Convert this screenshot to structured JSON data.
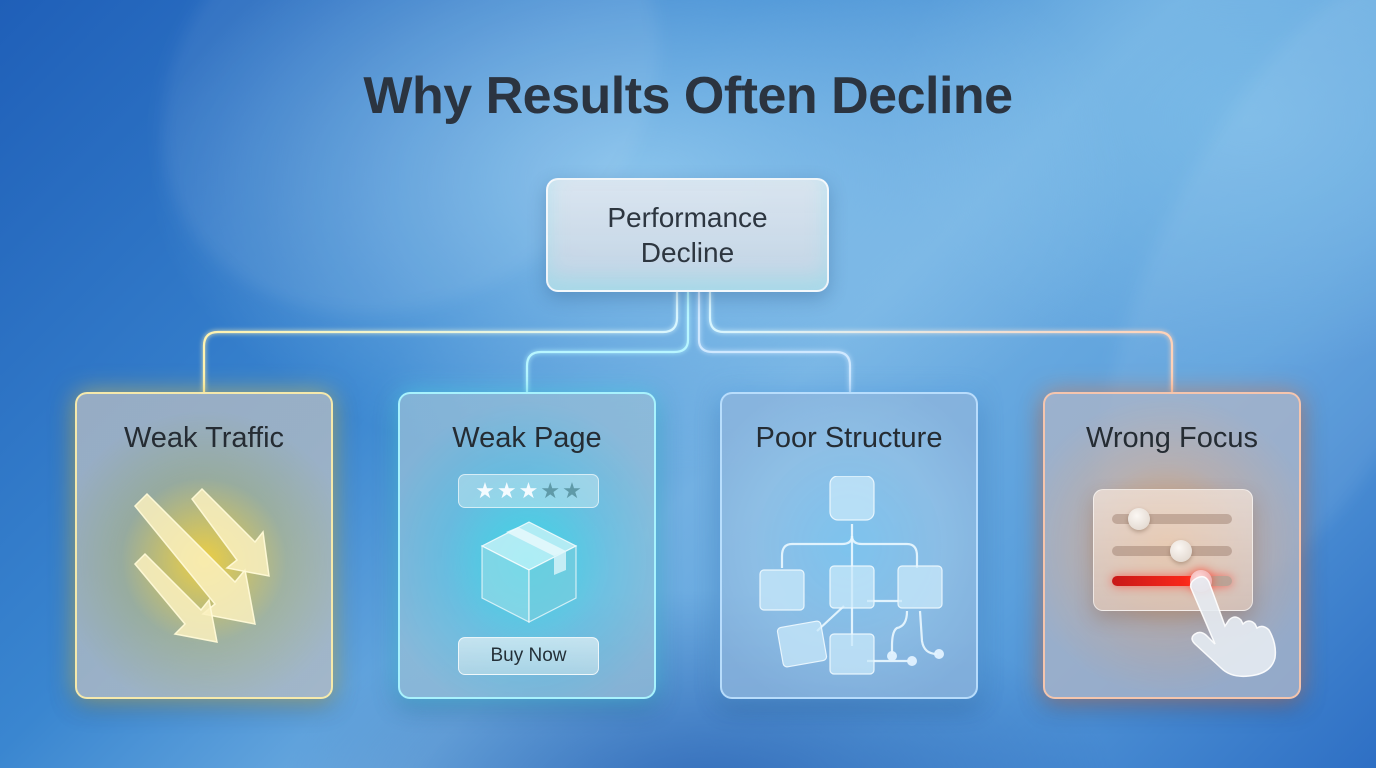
{
  "title": "Why Results Often Decline",
  "root": {
    "label_line1": "Performance",
    "label_line2": "Decline"
  },
  "colors": {
    "title_text": "#2b3440",
    "connector_yellow": "#fff3b0",
    "connector_cyan": "#b8f6ff",
    "connector_blue": "#cfe8ff",
    "connector_orange": "#ffd2b8",
    "accent_yellow": "#f5d23c",
    "accent_cyan": "#3cd7e6",
    "accent_blue": "#82c8f0",
    "accent_orange": "#eba05a",
    "alert_red": "#ff2a1a"
  },
  "causes": [
    {
      "label": "Weak Traffic",
      "theme": "yellow",
      "icon": "down-trend-arrows-icon"
    },
    {
      "label": "Weak Page",
      "theme": "cyan",
      "icon": "product-box-icon",
      "rating": {
        "filled": 3,
        "total": 5,
        "stars": [
          "★",
          "★",
          "★",
          "★",
          "★"
        ]
      },
      "button_label": "Buy Now"
    },
    {
      "label": "Poor Structure",
      "theme": "blue",
      "icon": "messy-hierarchy-icon"
    },
    {
      "label": "Wrong Focus",
      "theme": "orange",
      "icon": "sliders-hand-icon"
    }
  ]
}
